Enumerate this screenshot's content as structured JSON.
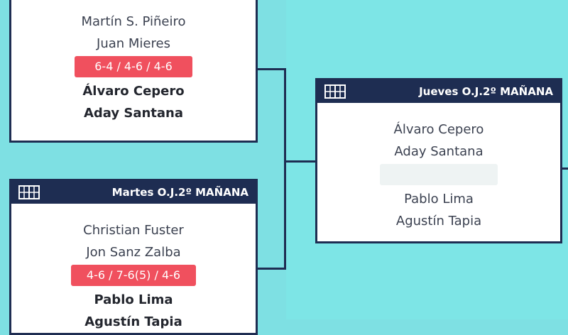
{
  "bracket": {
    "matches": [
      {
        "schedule": "",
        "team1": [
          "Martín S. Piñeiro",
          "Juan Mieres"
        ],
        "score": "6-4 / 4-6 / 4-6",
        "team2": [
          "Álvaro Cepero",
          "Aday Santana"
        ],
        "winner": "team2"
      },
      {
        "schedule": "Martes O.J.2º MAÑANA",
        "team1": [
          "Christian Fuster",
          "Jon Sanz Zalba"
        ],
        "score": "4-6 / 7-6(5) / 4-6",
        "team2": [
          "Pablo Lima",
          "Agustín Tapia"
        ],
        "winner": "team2"
      },
      {
        "schedule": "Jueves O.J.2º MAÑANA",
        "team1": [
          "Álvaro Cepero",
          "Aday Santana"
        ],
        "score": "",
        "team2": [
          "Pablo Lima",
          "Agustín Tapia"
        ],
        "winner": ""
      }
    ]
  },
  "icons": {
    "court": "court-icon"
  },
  "colors": {
    "background": "#7ee0e3",
    "header": "#1e2d52",
    "score_badge": "#f0505e",
    "score_pending": "#eef3f3"
  }
}
